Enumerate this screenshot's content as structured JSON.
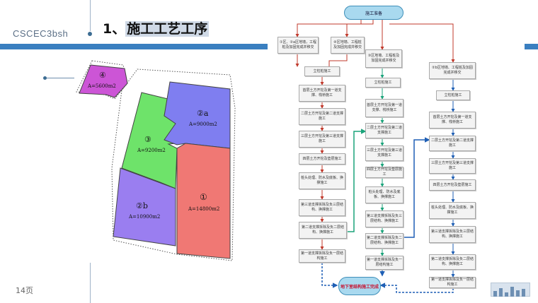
{
  "header": {
    "logo": "CSCEC3bsh",
    "title_prefix": "1、",
    "title_main": "施工工艺工序",
    "page_number": "14页"
  },
  "plan": {
    "regions": [
      {
        "id": "④",
        "area": "A=5600m2",
        "color": "#cc55d6"
      },
      {
        "id": "③",
        "area": "A=9200m2",
        "color": "#6ee36a"
      },
      {
        "id": "②a",
        "area": "A=9000m2",
        "color": "#7f7ef0"
      },
      {
        "id": "②b",
        "area": "A=10900m2",
        "color": "#9a7ef0"
      },
      {
        "id": "①",
        "area": "A=14800m2",
        "color": "#f07874"
      }
    ]
  },
  "flow": {
    "start": "施工准备",
    "end": "地下室结构施工完成",
    "col1": [
      "①区、②a区地墙，工程桩及加固完成并移交",
      "立柱桩施工",
      "首层土方开挖及第一道支撑、栈桥施工",
      "二层土方开挖及第二道支撑施工",
      "三层土方开挖及第三道支撑施工",
      "四层土方开挖及垫层施工",
      "桩头处理、防水及底板、换撑施工",
      "第三道支撑拆除及负三层结构、换撑施工",
      "第二道支撑拆除及负二层结构、换撑施工",
      "第一道支撑拆除及负一层结构施工"
    ],
    "col2_top": "④区地墙、工程桩及加固完成并移交",
    "col3": [
      "③区地墙、工程桩及加固完成并移交",
      "立柱桩施工",
      "首层土方开挖及第一道支撑、栈桥施工",
      "二层土方开挖及第二道支撑施工",
      "三层土方开挖及第三道支撑施工",
      "四层土方开挖及垫层施工",
      "桩头处理、防水及底板、换撑施工",
      "第三道支撑拆除及负三层结构、换撑施工",
      "第二道支撑拆除及负二层结构、换撑施工",
      "第一道支撑拆除及负一层结构施工"
    ],
    "col4": [
      "②b区地墙、工程桩及加固完成并移交",
      "立柱桩施工",
      "首层土方开挖及第一道支撑、栈桥施工",
      "二层土方开挖及第二道支撑施工",
      "三层土方开挖及第三道支撑施工",
      "四层土方开挖及垫层施工",
      "桩头处理、防水及底板、换撑施工",
      "第三道支撑拆除及负三层结构、换撑施工",
      "第二道支撑拆除及负二层结构、换撑施工",
      "第一道支撑拆除及负一层结构施工"
    ]
  },
  "colors": {
    "accent": "#3a7fc0",
    "arrow_red": "#c0392b",
    "arrow_green": "#1aa37a",
    "arrow_blue": "#1f5fb5"
  }
}
